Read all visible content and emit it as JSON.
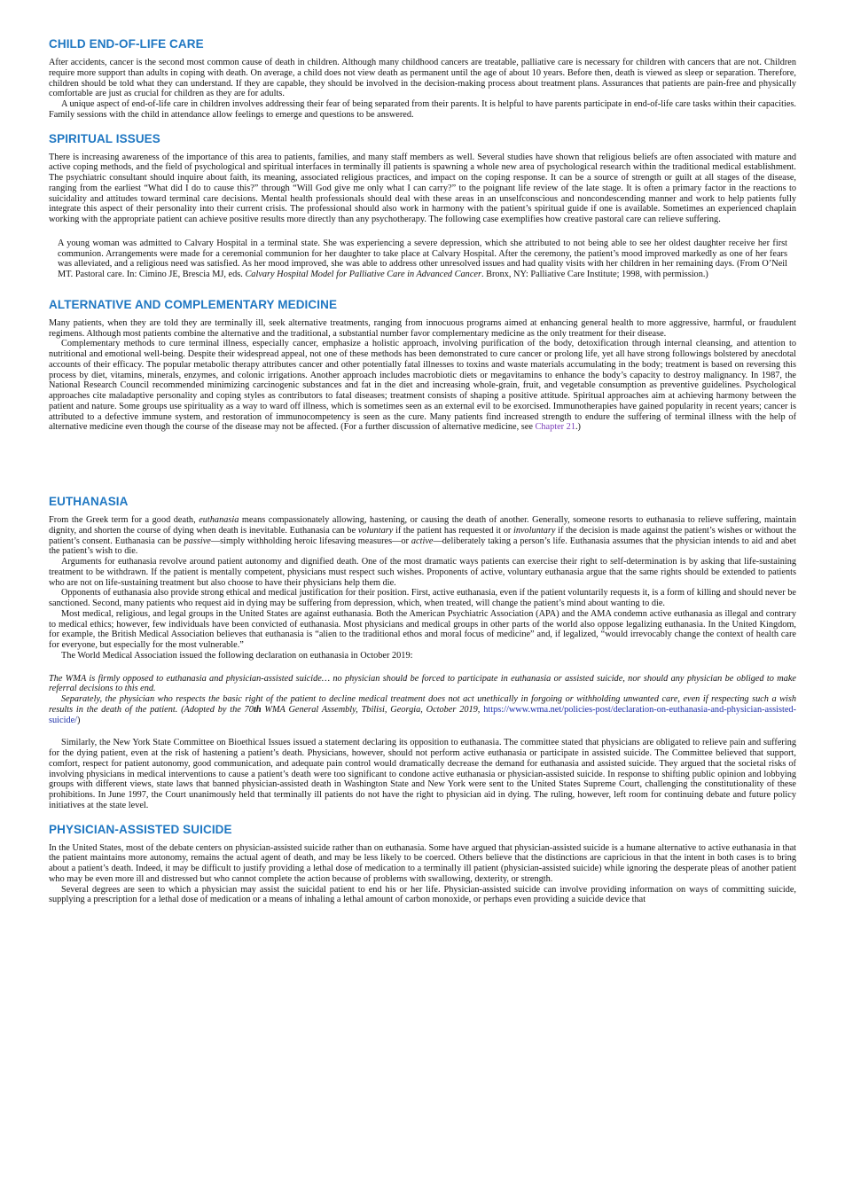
{
  "sections": {
    "child": {
      "heading": "CHILD END-OF-LIFE CARE",
      "p1": "After accidents, cancer is the second most common cause of death in children. Although many childhood cancers are treatable, palliative care is necessary for children with cancers that are not. Children require more support than adults in coping with death. On average, a child does not view death as permanent until the age of about 10 years. Before then, death is viewed as sleep or separation. Therefore, children should be told what they can understand. If they are capable, they should be involved in the decision-making process about treatment plans. Assurances that patients are pain-free and physically comfortable are just as crucial for children as they are for adults.",
      "p2": "A unique aspect of end-of-life care in children involves addressing their fear of being separated from their parents. It is helpful to have parents participate in end-of-life care tasks within their capacities. Family sessions with the child in attendance allow feelings to emerge and questions to be answered."
    },
    "spiritual": {
      "heading": "SPIRITUAL ISSUES",
      "p1": "There is increasing awareness of the importance of this area to patients, families, and many staff members as well. Several studies have shown that religious beliefs are often associated with mature and active coping methods, and the field of psychological and spiritual interfaces in terminally ill patients is spawning a whole new area of psychological research within the traditional medical establishment. The psychiatric consultant should inquire about faith, its meaning, associated religious practices, and impact on the coping response. It can be a source of strength or guilt at all stages of the disease, ranging from the earliest “What did I do to cause this?” through “Will God give me only what I can carry?” to the poignant life review of the late stage. It is often a primary factor in the reactions to suicidality and attitudes toward terminal care decisions. Mental health professionals should deal with these areas in an unselfconscious and noncondescending manner and work to help patients fully integrate this aspect of their personality into their current crisis. The professional should also work in harmony with the patient’s spiritual guide if one is available. Sometimes an experienced chaplain working with the appropriate patient can achieve positive results more directly than any psychotherapy. The following case exemplifies how creative pastoral care can relieve suffering.",
      "case_text": "A young woman was admitted to Calvary Hospital in a terminal state. She was experiencing a severe depression, which she attributed to not being able to see her oldest daughter receive her first communion. Arrangements were made for a ceremonial communion for her daughter to take place at Calvary Hospital. After the ceremony, the patient’s mood improved markedly as one of her fears was alleviated, and a religious need was satisfied. As her mood improved, she was able to address other unresolved issues and had quality visits with her children in her remaining days. (From O’Neil MT. Pastoral care. In: Cimino JE, Brescia MJ, eds. ",
      "case_book": "Calvary Hospital Model for Palliative Care in Advanced Cancer",
      "case_end": ". Bronx, NY: Palliative Care Institute; 1998, with permission.)"
    },
    "alternative": {
      "heading": "ALTERNATIVE AND COMPLEMENTARY MEDICINE",
      "p1": "Many patients, when they are told they are terminally ill, seek alternative treatments, ranging from innocuous programs aimed at enhancing general health to more aggressive, harmful, or fraudulent regimens. Although most patients combine the alternative and the traditional, a substantial number favor complementary medicine as the only treatment for their disease.",
      "p2": "Complementary methods to cure terminal illness, especially cancer, emphasize a holistic approach, involving purification of the body, detoxification through internal cleansing, and attention to nutritional and emotional well-being. Despite their widespread appeal, not one of these methods has been demonstrated to cure cancer or prolong life, yet all have strong followings bolstered by anecdotal accounts of their efficacy. The popular metabolic therapy attributes cancer and other potentially fatal illnesses to toxins and waste materials accumulating in the body; treatment is based on reversing this process by diet, vitamins, minerals, enzymes, and colonic irrigations. Another approach includes macrobiotic diets or megavitamins to enhance the body’s capacity to destroy malignancy. In 1987, the National Research Council recommended minimizing carcinogenic substances and fat in the diet and increasing whole-grain, fruit, and vegetable consumption as preventive guidelines. Psychological approaches cite maladaptive personality and coping styles as contributors to fatal diseases; treatment consists of shaping a positive attitude. Spiritual approaches aim at achieving harmony between the patient and nature. Some groups use spirituality as a way to ward off illness, which is sometimes seen as an external evil to be exorcised. Immunotherapies have gained popularity in recent years; cancer is attributed to a defective immune system, and restoration of immunocompetency is seen as the cure. Many patients find increased strength to endure the suffering of terminal illness with the help of alternative medicine even though the course of the disease may not be affected. (For a further discussion of alternative medicine, see ",
      "p2_link": "Chapter 21",
      "p2_end": ".)"
    },
    "euthanasia": {
      "heading": "EUTHANASIA",
      "p1_a": "From the Greek term for a good death, ",
      "p1_i1": "euthanasia",
      "p1_b": " means compassionately allowing, hastening, or causing the death of another. Generally, someone resorts to euthanasia to relieve suffering, maintain dignity, and shorten the course of dying when death is inevitable. Euthanasia can be ",
      "p1_i2": "voluntary",
      "p1_c": " if the patient has requested it or ",
      "p1_i3": "involuntary",
      "p1_d": " if the decision is made against the patient’s wishes or without the patient’s consent. Euthanasia can be ",
      "p1_i4": "passive",
      "p1_e": "—simply withholding heroic lifesaving measures—or ",
      "p1_i5": "active",
      "p1_f": "—deliberately taking a person’s life. Euthanasia assumes that the physician intends to aid and abet the patient’s wish to die.",
      "p2": "Arguments for euthanasia revolve around patient autonomy and dignified death. One of the most dramatic ways patients can exercise their right to self-determination is by asking that life-sustaining treatment to be withdrawn. If the patient is mentally competent, physicians must respect such wishes. Proponents of active, voluntary euthanasia argue that the same rights should be extended to patients who are not on life-sustaining treatment but also choose to have their physicians help them die.",
      "p3": "Opponents of euthanasia also provide strong ethical and medical justification for their position. First, active euthanasia, even if the patient voluntarily requests it, is a form of killing and should never be sanctioned. Second, many patients who request aid in dying may be suffering from depression, which, when treated, will change the patient’s mind about wanting to die.",
      "p4": "Most medical, religious, and legal groups in the United States are against euthanasia. Both the American Psychiatric Association (APA) and the AMA condemn active euthanasia as illegal and contrary to medical ethics; however, few individuals have been convicted of euthanasia. Most physicians and medical groups in other parts of the world also oppose legalizing euthanasia. In the United Kingdom, for example, the British Medical Association believes that euthanasia is “alien to the traditional ethos and moral focus of medicine” and, if legalized, “would irrevocably change the context of health care for everyone, but especially for the most vulnerable.”",
      "p5": "The World Medical Association issued the following declaration on euthanasia in October 2019:",
      "q1": "The WMA is firmly opposed to euthanasia and physician-assisted suicide… no physician should be forced to participate in euthanasia or assisted suicide, nor should any physician be obliged to make referral decisions to this end.",
      "q2_a": "Separately, the physician who respects the basic right of the patient to decline medical treatment does not act unethically in forgoing or withholding unwanted care, even if respecting such a wish results in the death of the patient. (",
      "q2_b": "Adopted by the 70",
      "q2_sup": "th",
      "q2_c": " WMA General Assembly, Tbilisi, Georgia, October 2019,",
      "q2_url": "https://www.wma.net/policies-post/declaration-on-euthanasia-and-physician-assisted-suicide/",
      "q2_end": ")",
      "p6": "Similarly, the New York State Committee on Bioethical Issues issued a statement declaring its opposition to euthanasia. The committee stated that physicians are obligated to relieve pain and suffering for the dying patient, even at the risk of hastening a patient’s death. Physicians, however, should not perform active euthanasia or participate in assisted suicide. The Committee believed that support, comfort, respect for patient autonomy, good communication, and adequate pain control would dramatically decrease the demand for euthanasia and assisted suicide. They argued that the societal risks of involving physicians in medical interventions to cause a patient’s death were too significant to condone active euthanasia or physician-assisted suicide. In response to shifting public opinion and lobbying groups with different views, state laws that banned physician-assisted death in Washington State and New York were sent to the United States Supreme Court, challenging the constitutionality of these prohibitions. In June 1997, the Court unanimously held that terminally ill patients do not have the right to physician aid in dying. The ruling, however, left room for continuing debate and future policy initiatives at the state level."
    },
    "pas": {
      "heading": "PHYSICIAN-ASSISTED SUICIDE",
      "p1": "In the United States, most of the debate centers on physician-assisted suicide rather than on euthanasia. Some have argued that physician-assisted suicide is a humane alternative to active euthanasia in that the patient maintains more autonomy, remains the actual agent of death, and may be less likely to be coerced. Others believe that the distinctions are capricious in that the intent in both cases is to bring about a patient’s death. Indeed, it may be difficult to justify providing a lethal dose of medication to a terminally ill patient (physician-assisted suicide) while ignoring the desperate pleas of another patient who may be even more ill and distressed but who cannot complete the action because of problems with swallowing, dexterity, or strength.",
      "p2": "Several degrees are seen to which a physician may assist the suicidal patient to end his or her life. Physician-assisted suicide can involve providing information on ways of committing suicide, supplying a prescription for a lethal dose of medication or a means of inhaling a lethal amount of carbon monoxide, or perhaps even providing a suicide device that"
    }
  },
  "colors": {
    "heading": "#1f77c2",
    "link": "#1c2fa8",
    "chapter_link": "#7a3db8"
  }
}
